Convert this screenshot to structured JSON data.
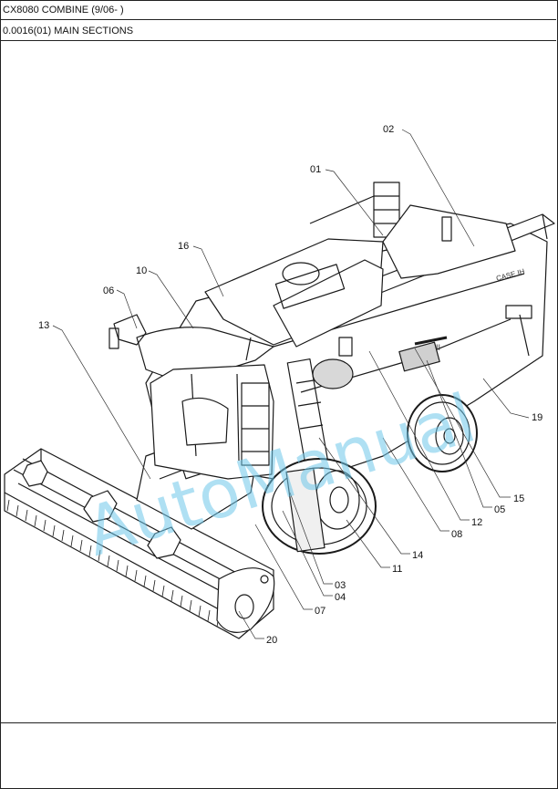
{
  "header": {
    "model_title": "CX8080 COMBINE (9/06- )",
    "section_title": "0.0016(01) MAIN SECTIONS"
  },
  "watermark": {
    "text": "AutoManual",
    "color": "#6ec7ea"
  },
  "callouts": [
    {
      "id": "02",
      "label": "02"
    },
    {
      "id": "01",
      "label": "01"
    },
    {
      "id": "16",
      "label": "16"
    },
    {
      "id": "10",
      "label": "10"
    },
    {
      "id": "06",
      "label": "06"
    },
    {
      "id": "13",
      "label": "13"
    },
    {
      "id": "19",
      "label": "19"
    },
    {
      "id": "15",
      "label": "15"
    },
    {
      "id": "05",
      "label": "05"
    },
    {
      "id": "12",
      "label": "12"
    },
    {
      "id": "08",
      "label": "08"
    },
    {
      "id": "14",
      "label": "14"
    },
    {
      "id": "11",
      "label": "11"
    },
    {
      "id": "03",
      "label": "03"
    },
    {
      "id": "04",
      "label": "04"
    },
    {
      "id": "07",
      "label": "07"
    },
    {
      "id": "20",
      "label": "20"
    }
  ]
}
